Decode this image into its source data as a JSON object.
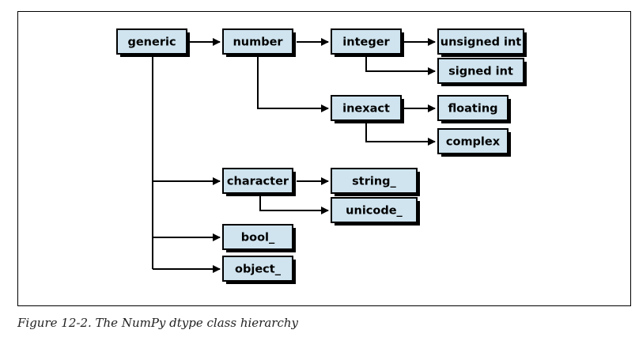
{
  "caption": "Figure 12-2. The NumPy dtype class hierarchy",
  "colors": {
    "box_fill": "#cfe4ef",
    "box_stroke": "#000000",
    "edge": "#000000"
  },
  "nodes": {
    "generic": "generic",
    "number": "number",
    "integer": "integer",
    "unsigned_int": "unsigned int",
    "signed_int": "signed int",
    "inexact": "inexact",
    "floating": "floating",
    "complex": "complex",
    "character": "character",
    "string_": "string_",
    "unicode_": "unicode_",
    "bool_": "bool_",
    "object_": "object_"
  },
  "edges": [
    [
      "generic",
      "number"
    ],
    [
      "number",
      "integer"
    ],
    [
      "integer",
      "unsigned_int"
    ],
    [
      "integer",
      "signed_int"
    ],
    [
      "number",
      "inexact"
    ],
    [
      "inexact",
      "floating"
    ],
    [
      "inexact",
      "complex"
    ],
    [
      "generic",
      "character"
    ],
    [
      "character",
      "string_"
    ],
    [
      "character",
      "unicode_"
    ],
    [
      "generic",
      "bool_"
    ],
    [
      "generic",
      "object_"
    ]
  ]
}
